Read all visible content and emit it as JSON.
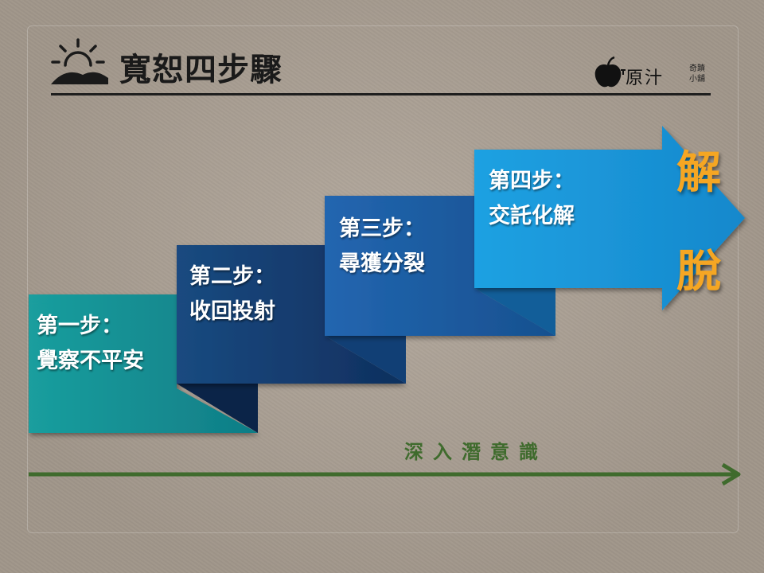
{
  "header": {
    "title": "寬恕四步驟",
    "logo_main": "原汁",
    "logo_sub": "奇蹟小舖"
  },
  "steps": [
    {
      "step": "第一步：",
      "action": "覺察不平安",
      "color": "#1a9a9a"
    },
    {
      "step": "第二步：",
      "action": "收回投射",
      "color": "#143f73"
    },
    {
      "step": "第三步：",
      "action": "尋獲分裂",
      "color": "#1d5ea8"
    },
    {
      "step": "第四步：",
      "action": "交託化解",
      "color": "#1d95d8"
    }
  ],
  "result": {
    "char1": "解",
    "char2": "脫",
    "color": "#f5a623"
  },
  "axis": {
    "label": "深入潛意識",
    "color": "#3f6b2d"
  }
}
